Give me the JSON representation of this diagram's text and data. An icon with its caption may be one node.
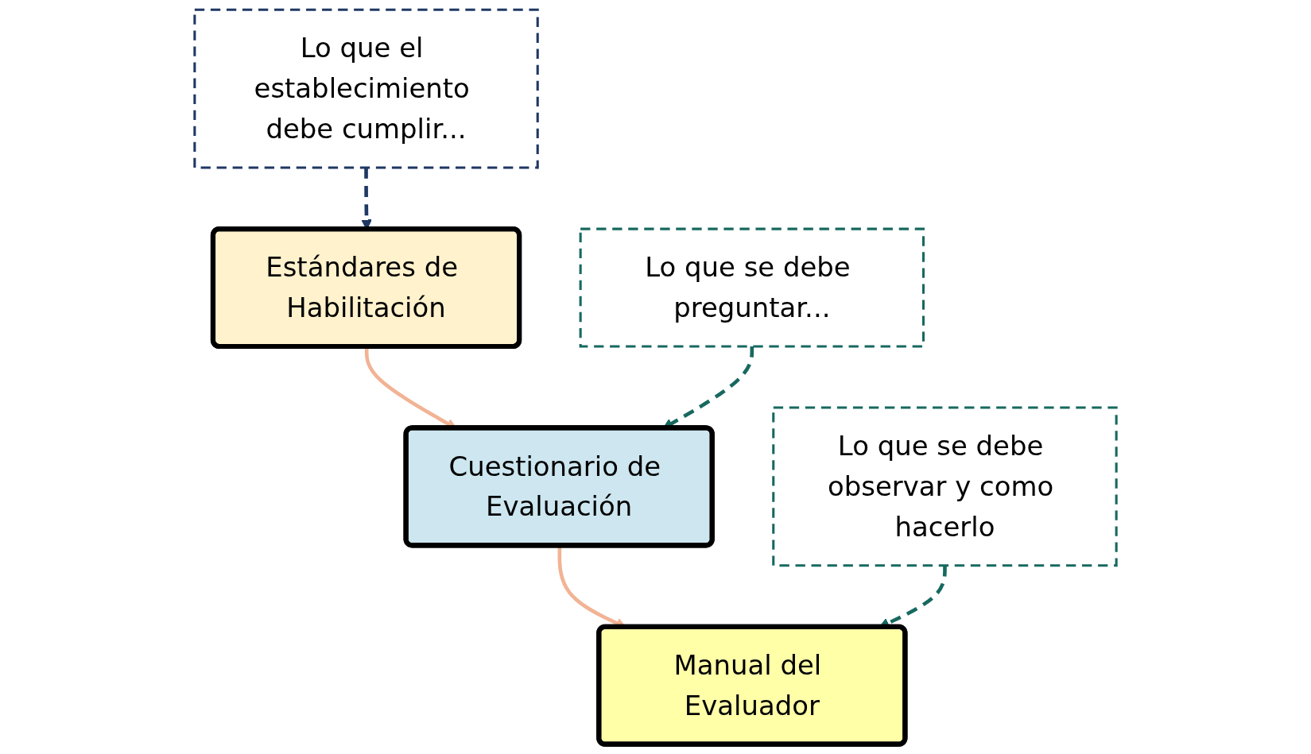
{
  "diagram": {
    "nodes": [
      {
        "text": [
          "Estándares de Habilitación"
        ]
      },
      {
        "text": [
          "Cuestionario de Evaluación"
        ]
      },
      {
        "text": [
          "Manual del Evaluador"
        ]
      },
      {
        "text": [
          "Lo que se debe preguntar..."
        ]
      },
      {
        "text": [
          "Lo que el establecimiento debe cumplir..."
        ]
      },
      {
        "text": [
          "Lo que se debe observar y como hacerlo"
        ]
      }
    ],
    "edges": [
      {
        "from": 0,
        "to": 1,
        "arrow": "to",
        "color": "#f2b394"
      },
      {
        "from": 1,
        "to": 2,
        "arrow": "to",
        "color": "#f2b394"
      },
      {
        "from": 3,
        "to": 1,
        "arrow": "to",
        "style": "dashed",
        "color": "#17695f"
      },
      {
        "from": 4,
        "to": 0,
        "arrow": "to",
        "style": "dashed",
        "color": "#1f3864"
      },
      {
        "from": 5,
        "to": 2,
        "arrow": "to",
        "style": "dashed",
        "color": "#17695f"
      }
    ]
  }
}
